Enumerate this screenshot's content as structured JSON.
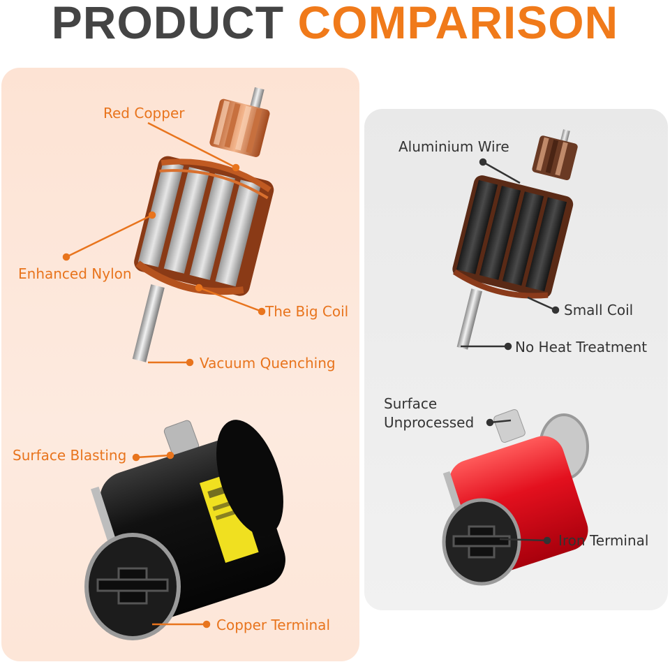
{
  "title": {
    "word1": "PRODUCT",
    "word2": "COMPARISON"
  },
  "colors": {
    "accent": "#f07a1a",
    "dark": "#444444",
    "callout_left": "#e8741d",
    "callout_right": "#333333"
  },
  "left_callouts": {
    "red_copper": "Red Copper",
    "enhanced_nylon": "Enhanced Nylon",
    "big_coil": "The Big Coil",
    "vacuum_quenching": "Vacuum Quenching",
    "surface_blasting": "Surface Blasting",
    "copper_terminal": "Copper Terminal"
  },
  "right_callouts": {
    "aluminium_wire": "Aluminium Wire",
    "small_coil": "Small Coil",
    "no_heat_treatment": "No Heat Treatment",
    "surface_line1": "Surface",
    "surface_line2": "Unprocessed",
    "iron_terminal": "Iron Terminal"
  }
}
